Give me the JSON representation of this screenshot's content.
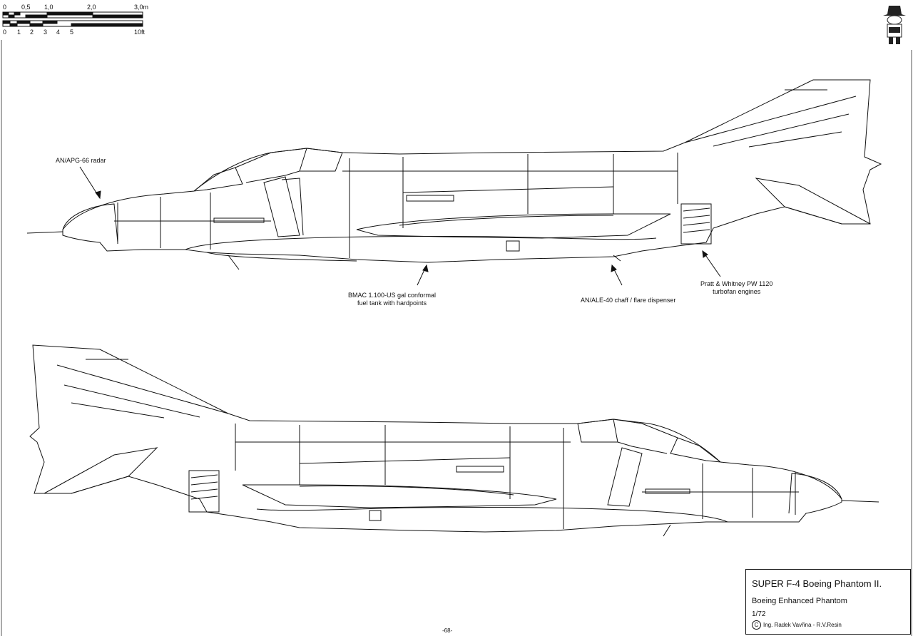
{
  "scale_bar": {
    "metric_labels": [
      "0",
      "0,5",
      "1,0",
      "2,0",
      "3,0m"
    ],
    "imperial_labels": [
      "0",
      "1",
      "2",
      "3",
      "4",
      "5",
      "10ft"
    ]
  },
  "callouts": {
    "radar": "AN/APG-66 radar",
    "fuel_tank": "BMAC 1.100-US gal conformal\nfuel tank with hardpoints",
    "chaff": "AN/ALE-40 chaff / flare dispenser",
    "engines": "Pratt & Whitney PW 1120\nturbofan engines"
  },
  "title_block": {
    "title": "SUPER F-4 Boeing Phantom II.",
    "subtitle": "Boeing Enhanced Phantom",
    "scale": "1/72",
    "copyright_symbol": "C",
    "credit": "Ing. Radek Vavřina - R.V.Resin"
  },
  "page_number": "-68-",
  "icons": {
    "logo": "cartoon-figure-logo-icon"
  }
}
